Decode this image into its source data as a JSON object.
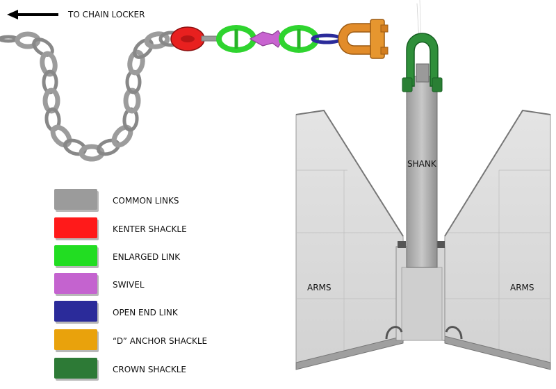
{
  "direction": {
    "label": "TO CHAIN LOCKER"
  },
  "anchor": {
    "shank_label": "SHANK",
    "arms_left_label": "ARMS",
    "arms_right_label": "ARMS"
  },
  "legend": [
    {
      "label": "COMMON LINKS",
      "color": "#9b9b9b"
    },
    {
      "label": "KENTER SHACKLE",
      "color": "#ff1a1a"
    },
    {
      "label": "ENLARGED LINK",
      "color": "#22dd22"
    },
    {
      "label": "SWIVEL",
      "color": "#c463cf"
    },
    {
      "label": "OPEN END LINK",
      "color": "#2b2b9a"
    },
    {
      "label": "“D” ANCHOR SHACKLE",
      "color": "#e9a20c"
    },
    {
      "label": "CROWN SHACKLE",
      "color": "#2d7a36"
    }
  ]
}
